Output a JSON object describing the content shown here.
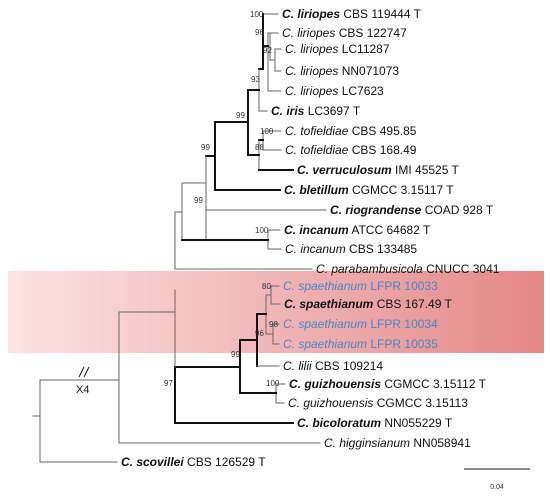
{
  "diagram": {
    "highlight_color_from": "#fce3e3",
    "highlight_color_to": "#e48787",
    "label_color_default": "#111111",
    "label_color_highlight": "#4a86c8",
    "taxa": [
      {
        "id": "t1",
        "genus": "C.",
        "species": "liriopes",
        "species_bold": true,
        "strain": "CBS 119444 T"
      },
      {
        "id": "t2",
        "genus": "C.",
        "species": "liriopes",
        "species_bold": false,
        "strain": "CBS 122747"
      },
      {
        "id": "t3",
        "genus": "C.",
        "species": "liriopes",
        "species_bold": false,
        "strain": "LC11287"
      },
      {
        "id": "t4",
        "genus": "C.",
        "species": "liriopes",
        "species_bold": false,
        "strain": "NN071073"
      },
      {
        "id": "t5",
        "genus": "C.",
        "species": "liriopes",
        "species_bold": false,
        "strain": "LC7623"
      },
      {
        "id": "t6",
        "genus": "C.",
        "species": "iris",
        "species_bold": true,
        "strain": "LC3697 T"
      },
      {
        "id": "t7",
        "genus": "C.",
        "species": "tofieldiae",
        "species_bold": false,
        "strain": "CBS 495.85"
      },
      {
        "id": "t8",
        "genus": "C.",
        "species": "tofieldiae",
        "species_bold": false,
        "strain": "CBS 168.49"
      },
      {
        "id": "t9",
        "genus": "C.",
        "species": "verruculosum",
        "species_bold": true,
        "strain": "IMI 45525 T"
      },
      {
        "id": "t10",
        "genus": "C.",
        "species": "bletillum",
        "species_bold": true,
        "strain": "CGMCC 3.15117 T"
      },
      {
        "id": "t11",
        "genus": "C.",
        "species": "riograndense",
        "species_bold": true,
        "strain": "COAD 928 T"
      },
      {
        "id": "t12",
        "genus": "C.",
        "species": "incanum",
        "species_bold": true,
        "strain": "ATCC 64682 T"
      },
      {
        "id": "t13",
        "genus": "C.",
        "species": "incanum",
        "species_bold": false,
        "strain": "CBS 133485"
      },
      {
        "id": "t14",
        "genus": "C.",
        "species": "parabambusicola",
        "species_bold": false,
        "strain": "CNUCC 3041"
      },
      {
        "id": "t15",
        "genus": "C.",
        "species": "spaethianum",
        "species_bold": false,
        "strain": "LFPR 10033",
        "highlight": true
      },
      {
        "id": "t16",
        "genus": "C.",
        "species": "spaethianum",
        "species_bold": true,
        "strain": "CBS 167.49 T"
      },
      {
        "id": "t17",
        "genus": "C.",
        "species": "spaethianum",
        "species_bold": false,
        "strain": "LFPR 10034",
        "highlight": true
      },
      {
        "id": "t18",
        "genus": "C.",
        "species": "spaethianum",
        "species_bold": false,
        "strain": "LFPR 10035",
        "highlight": true
      },
      {
        "id": "t19",
        "genus": "C.",
        "species": "lilii",
        "species_bold": false,
        "strain": "CBS 109214"
      },
      {
        "id": "t20",
        "genus": "C.",
        "species": "guizhouensis",
        "species_bold": true,
        "strain": "CGMCC 3.15112 T"
      },
      {
        "id": "t21",
        "genus": "C.",
        "species": "guizhouensis",
        "species_bold": false,
        "strain": "CGMCC 3.15113"
      },
      {
        "id": "t22",
        "genus": "C.",
        "species": "bicoloratum",
        "species_bold": true,
        "strain": "NN055229 T"
      },
      {
        "id": "t23",
        "genus": "C.",
        "species": "higginsianum",
        "species_bold": false,
        "strain": "NN058941"
      },
      {
        "id": "t24",
        "genus": "C.",
        "species": "scovillei",
        "species_bold": true,
        "strain": "CBS 126529 T"
      }
    ],
    "supports": [
      {
        "id": "s1",
        "value": "100"
      },
      {
        "id": "s2",
        "value": "96"
      },
      {
        "id": "s3",
        "value": "92"
      },
      {
        "id": "s4",
        "value": "93"
      },
      {
        "id": "s5",
        "value": "99"
      },
      {
        "id": "s6",
        "value": "100"
      },
      {
        "id": "s7",
        "value": "88"
      },
      {
        "id": "s8",
        "value": "99"
      },
      {
        "id": "s9",
        "value": "99"
      },
      {
        "id": "s10",
        "value": "100"
      },
      {
        "id": "s11",
        "value": "80"
      },
      {
        "id": "s12",
        "value": "98"
      },
      {
        "id": "s13",
        "value": "96"
      },
      {
        "id": "s14",
        "value": "99"
      },
      {
        "id": "s15",
        "value": "100"
      },
      {
        "id": "s16",
        "value": "97"
      }
    ],
    "break_label": "X4",
    "scale_label": "0.04"
  }
}
